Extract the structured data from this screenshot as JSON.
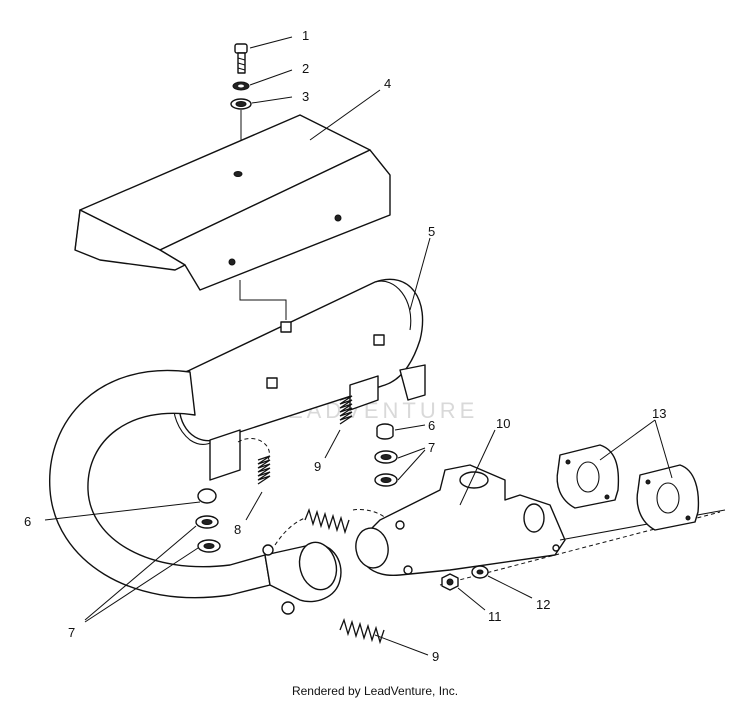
{
  "footer": "Rendered by LeadVenture, Inc.",
  "watermark": "LEADVENTURE",
  "callouts": {
    "c1": "1",
    "c2": "2",
    "c3": "3",
    "c4": "4",
    "c5": "5",
    "c6a": "6",
    "c6b": "6",
    "c7a": "7",
    "c7b": "7",
    "c8": "8",
    "c9a": "9",
    "c9b": "9",
    "c10": "10",
    "c11": "11",
    "c12": "12",
    "c13": "13"
  }
}
